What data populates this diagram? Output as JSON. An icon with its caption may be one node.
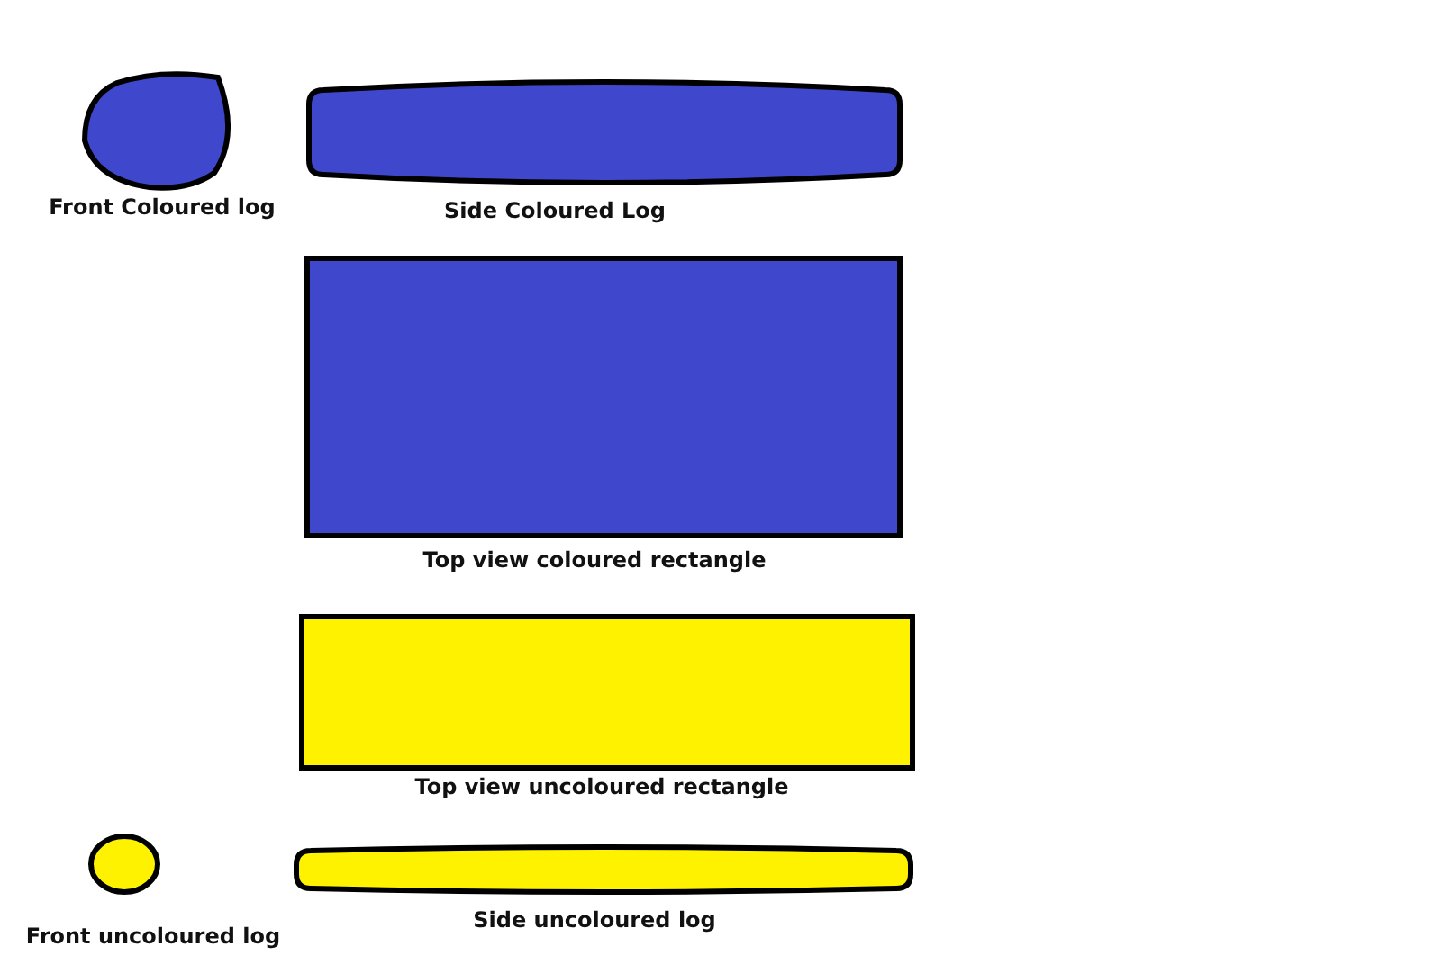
{
  "diagram": {
    "nodes": [
      {
        "text": [
          "Front Coloured log"
        ]
      },
      {
        "text": [
          "Side Coloured Log"
        ]
      },
      {
        "text": [
          "Top view coloured rectangle"
        ]
      },
      {
        "text": [
          "Top view uncoloured rectangle"
        ]
      },
      {
        "text": [
          "Front uncoloured log"
        ]
      },
      {
        "text": [
          "Side uncoloured log"
        ]
      }
    ]
  }
}
